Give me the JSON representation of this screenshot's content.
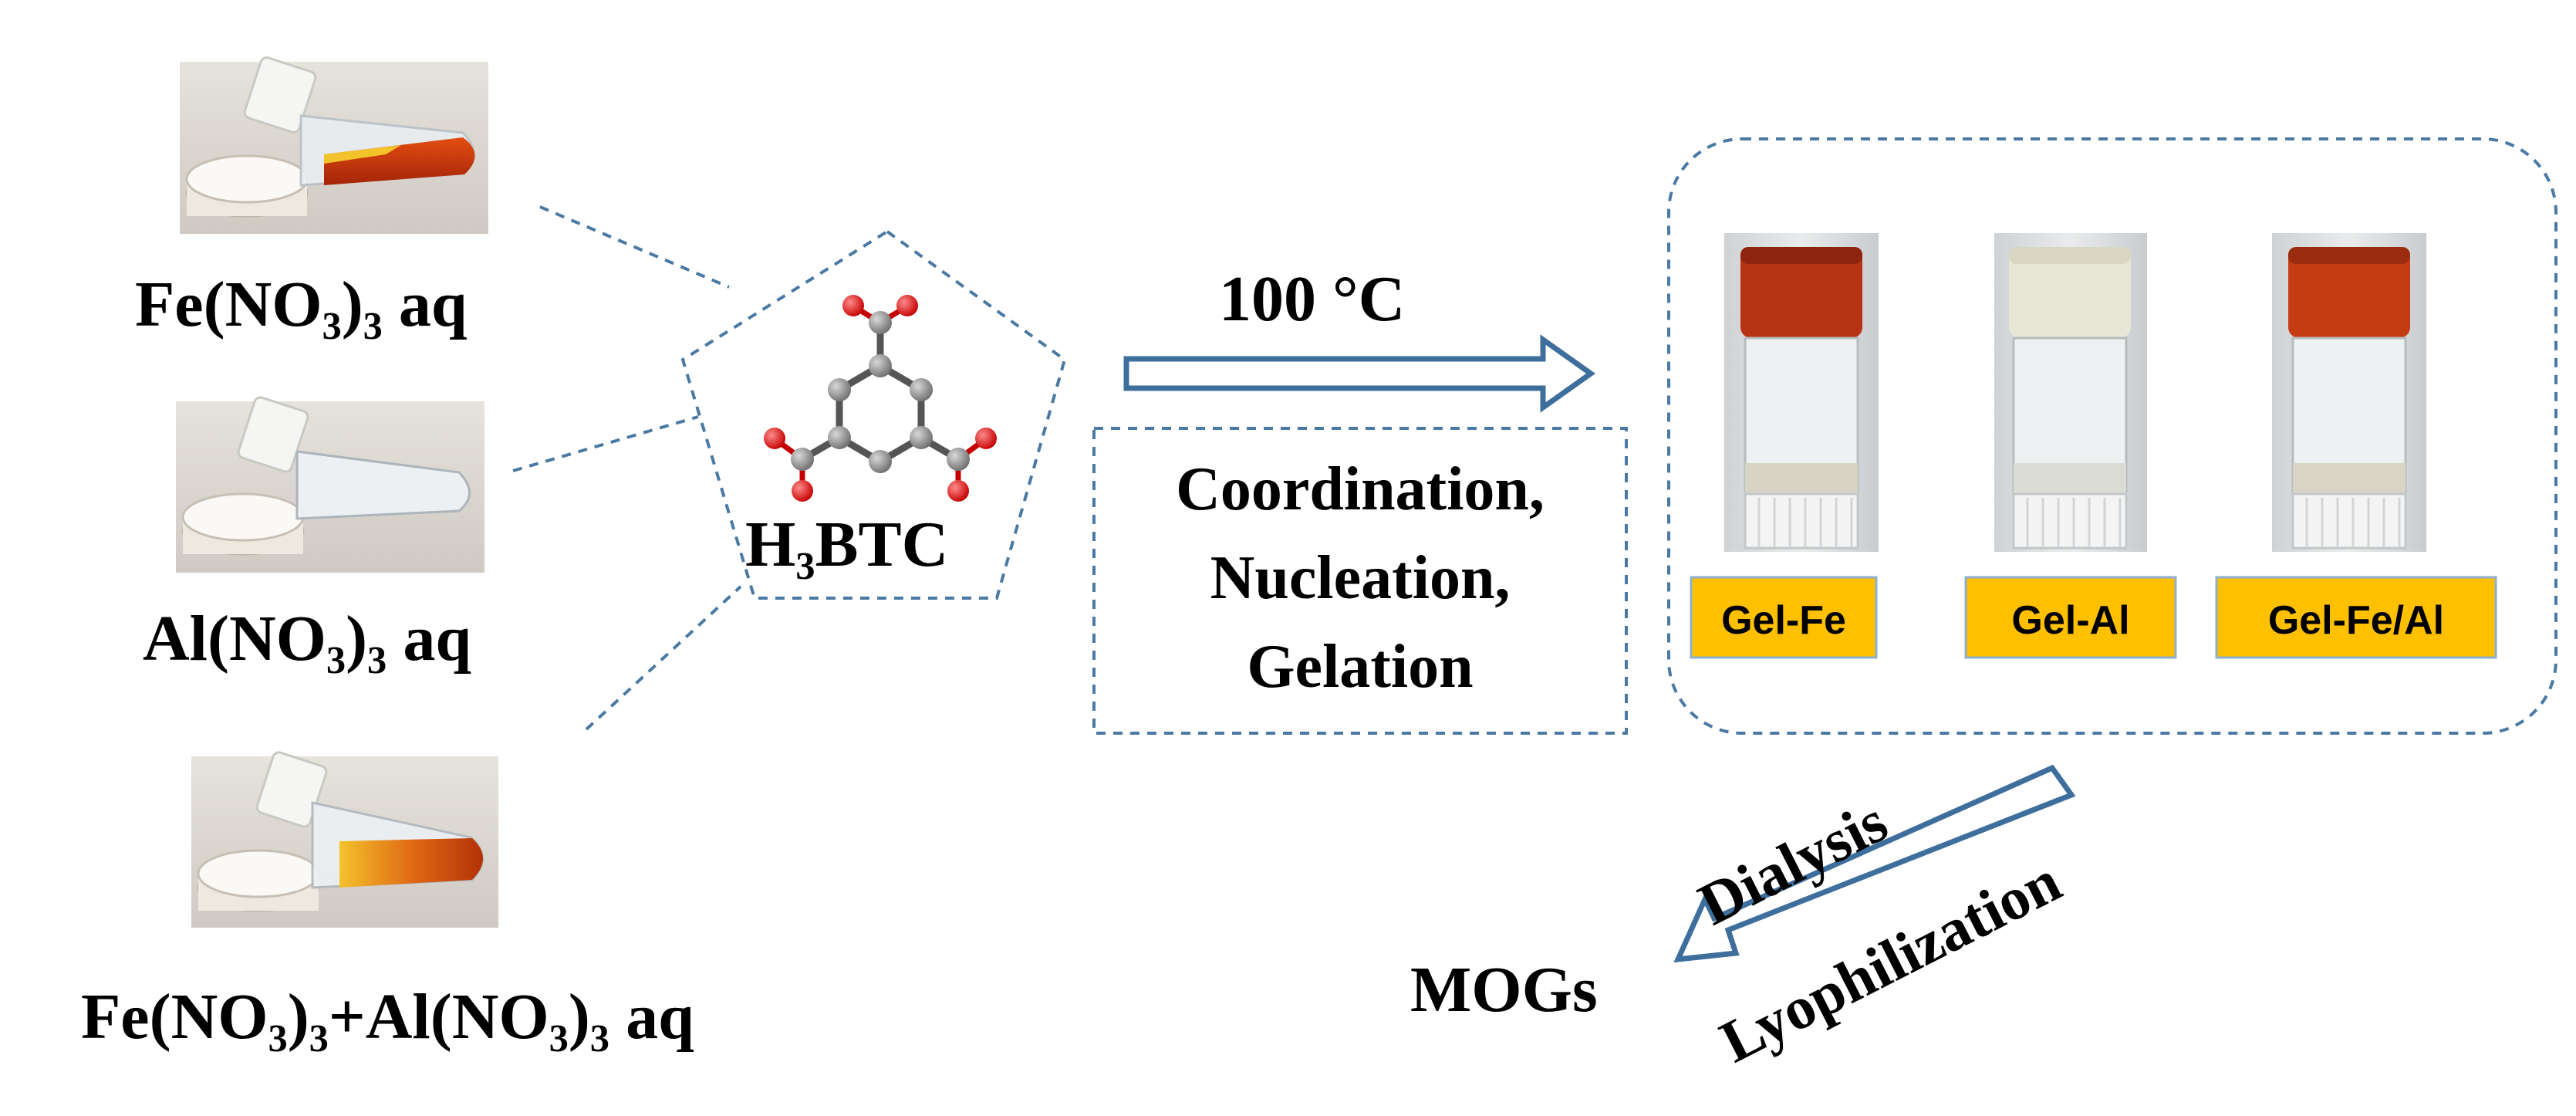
{
  "precursors": [
    {
      "formula": "Fe(NO₃)₃ aq",
      "photo": "vial-red-solution"
    },
    {
      "formula": "Al(NO₃)₃ aq",
      "photo": "vial-clear-solution"
    },
    {
      "formula": "Fe(NO₃)₃+Al(NO₃)₃ aq",
      "photo": "vial-orange-solution"
    }
  ],
  "ligand": {
    "label": "H₃BTC",
    "icon": "molecule-icon"
  },
  "process": {
    "temperature": "100 °C",
    "steps": [
      "Coordination,",
      "Nucleation,",
      "Gelation"
    ]
  },
  "gels": [
    {
      "label": "Gel-Fe",
      "cap_color": "#b83214"
    },
    {
      "label": "Gel-Al",
      "cap_color": "#e8e6d6"
    },
    {
      "label": "Gel-Fe/Al",
      "cap_color": "#c43c14"
    }
  ],
  "post_processing": {
    "step1": "Dialysis",
    "step2": "Lyophilization",
    "product": "MOGs"
  },
  "colors": {
    "dash": "#4a7aa3",
    "arrow": "#3d6e9c",
    "label_bg": "#ffc000"
  }
}
